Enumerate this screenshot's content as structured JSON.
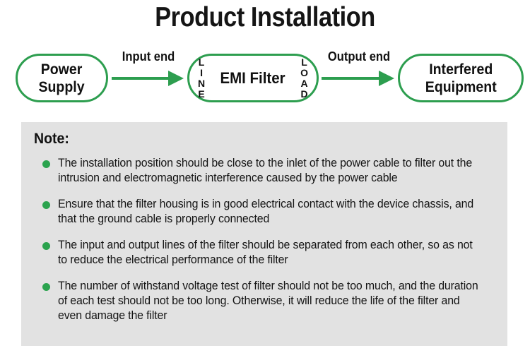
{
  "page": {
    "title": "Product Installation",
    "background_color": "#ffffff"
  },
  "colors": {
    "green_accent": "#2d9e4f",
    "bullet_green": "#2ba34e",
    "note_panel_background": "#e2e2e2",
    "text": "#111111"
  },
  "diagram": {
    "nodes": [
      {
        "id": "power-supply",
        "label": "Power\nSupply",
        "line1": "Power",
        "line2": "Supply"
      },
      {
        "id": "emi-filter",
        "label": "EMI Filter",
        "left_marker": "LINE",
        "right_marker": "LOAD"
      },
      {
        "id": "interfered-equipment",
        "label": "Interfered\nEquipment",
        "line1": "Interfered",
        "line2": "Equipment"
      }
    ],
    "arrows": [
      {
        "id": "input-arrow",
        "label": "Input end",
        "direction": "right"
      },
      {
        "id": "output-arrow",
        "label": "Output end",
        "direction": "right"
      }
    ]
  },
  "note": {
    "heading": "Note:",
    "items": [
      "The installation position should be close to the inlet of the power cable to filter out the intrusion and electromagnetic interference caused by the power cable",
      "Ensure that the filter housing is in good electrical contact with the device chassis, and that the ground cable is properly connected",
      "The input and output lines of the filter should be separated from each other, so as not to reduce the electrical performance of the filter",
      "The number of withstand voltage test of filter should not be too much, and the duration of each test should not be too long. Otherwise, it will reduce the life of the filter and even damage the filter"
    ]
  }
}
